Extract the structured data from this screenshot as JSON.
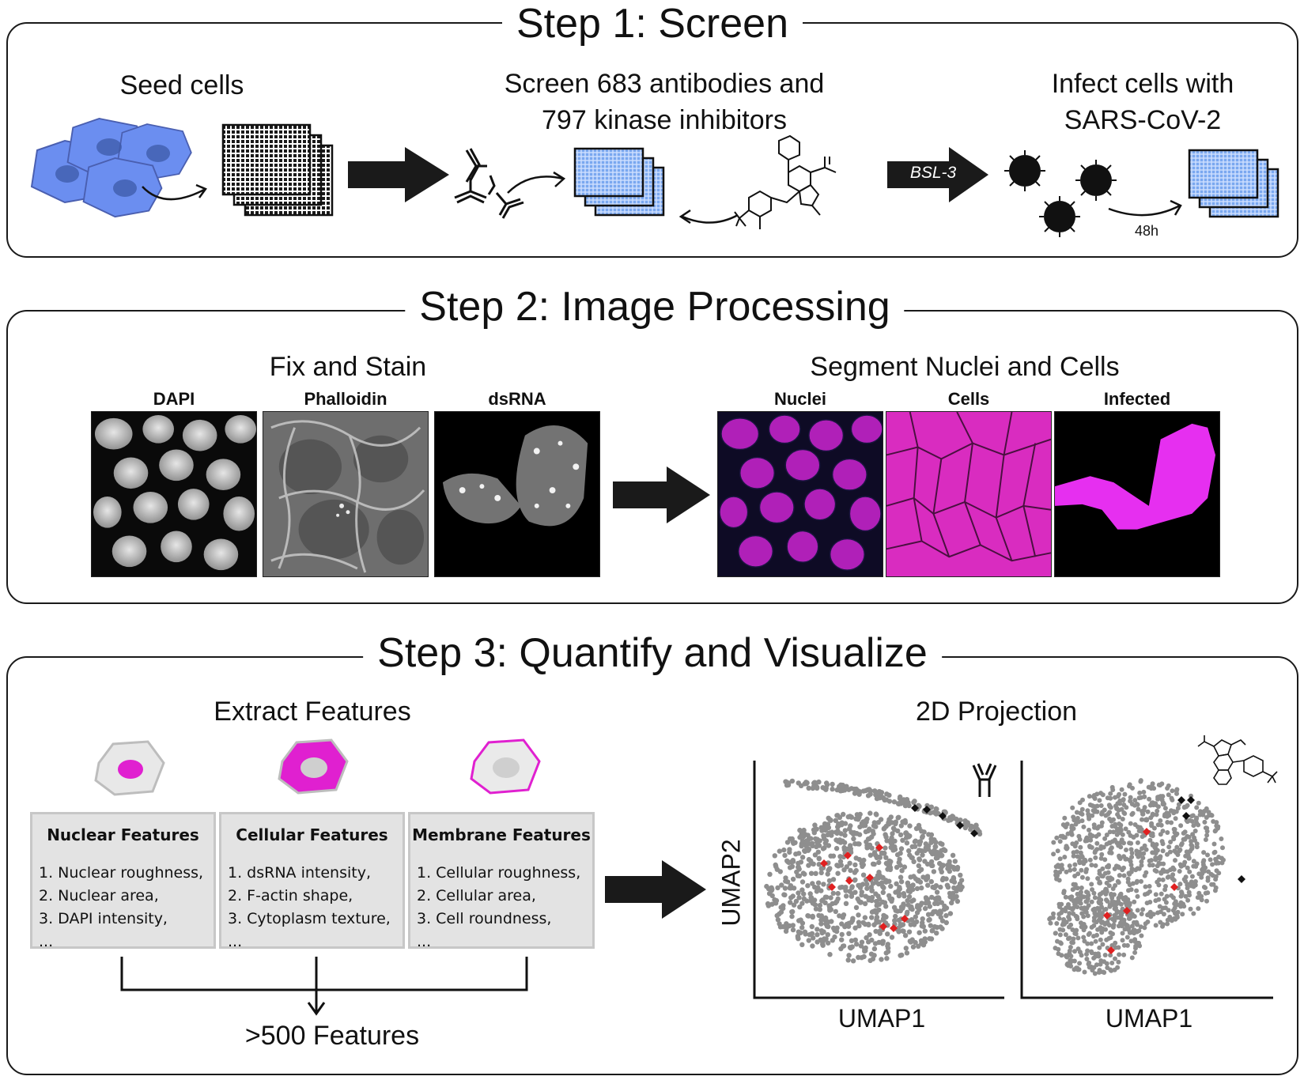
{
  "step1": {
    "title": "Step 1: Screen",
    "seed_label": "Seed cells",
    "screen_label_1": "Screen 683 antibodies and",
    "screen_label_2": "797 kinase inhibitors",
    "infect_label_1": "Infect cells with",
    "infect_label_2": "SARS-CoV-2",
    "bsl_label": "BSL-3",
    "time_label": "48h"
  },
  "step2": {
    "title": "Step 2: Image Processing",
    "fix_label": "Fix and Stain",
    "segment_label": "Segment Nuclei and Cells",
    "channels": [
      "DAPI",
      "Phalloidin",
      "dsRNA"
    ],
    "masks": [
      "Nuclei",
      "Cells",
      "Infected"
    ]
  },
  "step3": {
    "title": "Step 3: Quantify and Visualize",
    "extract_label": "Extract Features",
    "projection_label": "2D Projection",
    "feature_boxes": [
      {
        "title": "Nuclear Features",
        "items": [
          "1. Nuclear roughness,",
          "2. Nuclear area,",
          "3. DAPI intensity,",
          "..."
        ]
      },
      {
        "title": "Cellular Features",
        "items": [
          "1. dsRNA intensity,",
          "2. F-actin shape,",
          "3. Cytoplasm texture,",
          "..."
        ]
      },
      {
        "title": "Membrane Features",
        "items": [
          "1. Cellular roughness,",
          "2. Cellular area,",
          "3. Cell roundness,",
          "..."
        ]
      }
    ],
    "total_label": ">500 Features",
    "y_axis_label": "UMAP2",
    "x_axis_label_left": "UMAP1",
    "x_axis_label_right": "UMAP1"
  },
  "colors": {
    "cell_blue": "#6b8ef0",
    "magenta": "#e020d0",
    "highlight_red": "#e02020",
    "highlight_black": "#111111",
    "point_gray": "#8e8e8e"
  }
}
